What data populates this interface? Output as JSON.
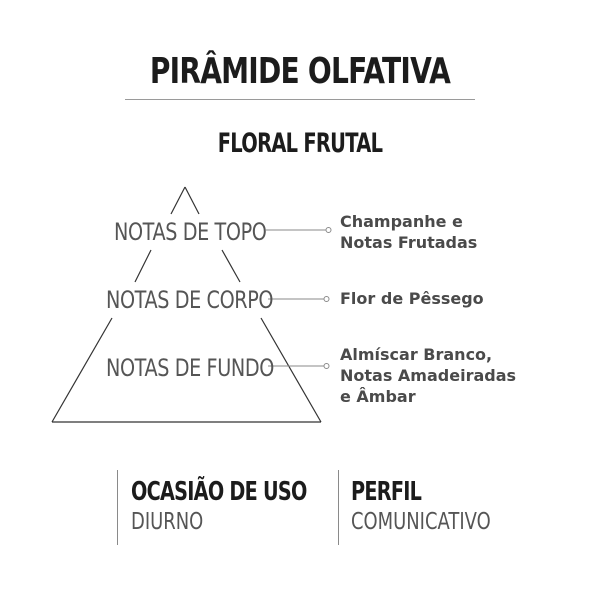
{
  "header": {
    "title": "PIRÂMIDE OLFATIVA",
    "subtitle": "FLORAL FRUTAL"
  },
  "pyramid": {
    "tiers": [
      {
        "label": "NOTAS DE TOPO",
        "notes": [
          "Champanhe e",
          "Notas Frutadas"
        ]
      },
      {
        "label": "NOTAS DE CORPO",
        "notes": [
          "Flor de Pêssego"
        ]
      },
      {
        "label": "NOTAS DE FUNDO",
        "notes": [
          "Almíscar Branco,",
          "Notas Amadeiradas",
          "e Âmbar"
        ]
      }
    ]
  },
  "info": {
    "occasion": {
      "heading": "OCASIÃO DE USO",
      "value": "DIURNO"
    },
    "profile": {
      "heading": "PERFIL",
      "value": "COMUNICATIVO"
    }
  },
  "colors": {
    "title_text": "#1c1c1c",
    "tier_text": "#555555",
    "note_text": "#4a4a4a",
    "lines": "#333333",
    "connectors": "#8a8a8a"
  }
}
